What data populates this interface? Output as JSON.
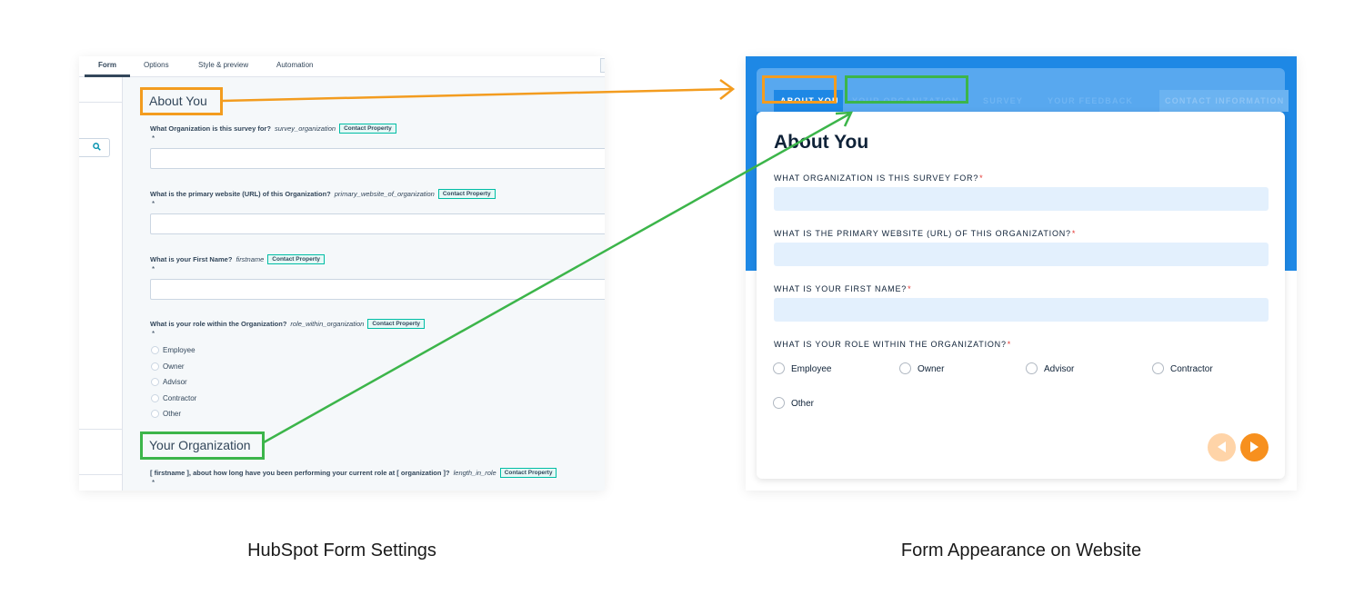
{
  "editor": {
    "tabs": [
      "Form",
      "Options",
      "Style & preview",
      "Automation"
    ],
    "sections": {
      "about": "About You",
      "organization": "Your Organization"
    },
    "questions": [
      {
        "label": "What Organization is this survey for?",
        "internal": "survey_organization",
        "badge": "Contact Property",
        "star": "*"
      },
      {
        "label": "What is the primary website (URL) of this Organization?",
        "internal": "primary_website_of_organization",
        "badge": "Contact Property",
        "star": "*"
      },
      {
        "label": "What is your First Name?",
        "internal": "firstname",
        "badge": "Contact Property",
        "star": "*"
      },
      {
        "label": "What is your role within the Organization?",
        "internal": "role_within_organization",
        "badge": "Contact Property",
        "star": "*"
      },
      {
        "label": "[ firstname ], about how long have you been performing your current role at [ organization ]?",
        "internal": "length_in_role",
        "badge": "Contact Property",
        "star": "*"
      }
    ],
    "role_options": [
      "Employee",
      "Owner",
      "Advisor",
      "Contractor",
      "Other"
    ]
  },
  "website": {
    "steps": [
      "ABOUT YOU",
      "YOUR ORGANIZATION",
      "SURVEY",
      "YOUR FEEDBACK",
      "CONTACT INFORMATION"
    ],
    "title": "About You",
    "fields": [
      "WHAT ORGANIZATION IS THIS SURVEY FOR?",
      "WHAT IS THE PRIMARY WEBSITE (URL) OF THIS ORGANIZATION?",
      "WHAT IS YOUR FIRST NAME?",
      "WHAT IS YOUR ROLE WITHIN THE ORGANIZATION?"
    ],
    "required_mark": "*",
    "role_options": [
      "Employee",
      "Owner",
      "Advisor",
      "Contractor",
      "Other"
    ]
  },
  "captions": {
    "left": "HubSpot Form Settings",
    "right": "Form Appearance on Website"
  },
  "colors": {
    "orange": "#f39c1f",
    "green": "#3cb54a",
    "site_blue": "#1e88e5",
    "site_orange": "#f7901e"
  }
}
